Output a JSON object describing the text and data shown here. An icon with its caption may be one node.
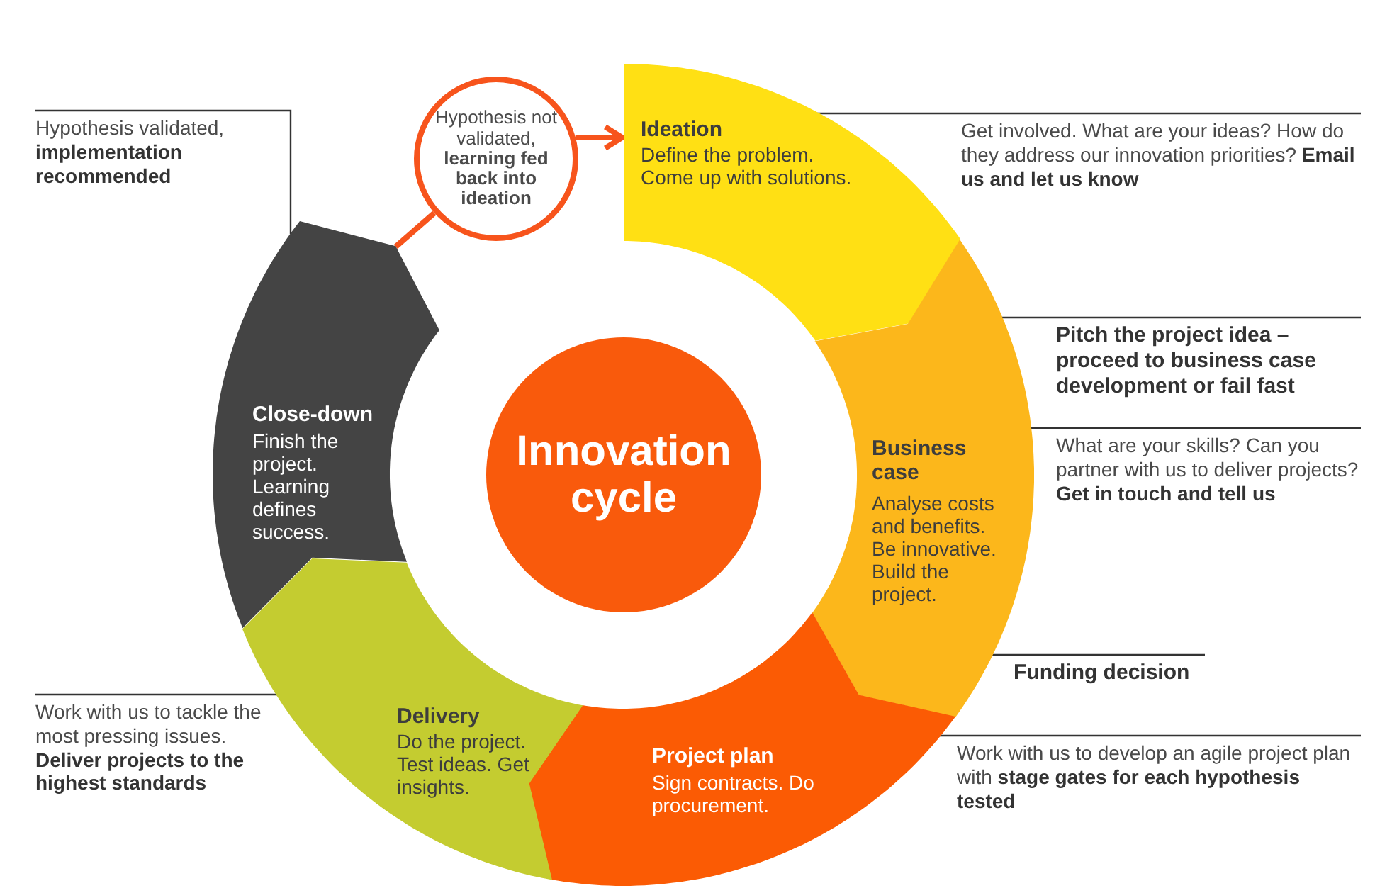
{
  "diagram": {
    "nodes": [
      {
        "text": [
          "Innovation cycle"
        ]
      },
      {
        "text": [
          "Ideation",
          "Define the problem. Come up with solutions."
        ]
      },
      {
        "text": [
          "Business case",
          "Analyse costs and benefits. Be innovative. Build the project."
        ]
      },
      {
        "text": [
          "Project plan",
          "Sign contracts. Do procurement."
        ]
      },
      {
        "text": [
          "Delivery",
          "Do the project. Test ideas. Get insights."
        ]
      },
      {
        "text": [
          "Close-down",
          "Finish the project. Learning defines success."
        ]
      },
      {
        "text": [
          "Hypothesis not validated, **learning fed back into ideation**"
        ]
      },
      {
        "text": [
          "Hypothesis validated, **implementation recommended**"
        ]
      },
      {
        "text": [
          "Get involved. What are your ideas? How do they address our innovation priorities? **Email us and let us know**"
        ]
      },
      {
        "text": [
          "Pitch the project idea – proceed to business case development or fail fast"
        ]
      },
      {
        "text": [
          "What are your skills? Can  you partner with us to deliver projects? **Get in touch and tell us**"
        ]
      },
      {
        "text": [
          "Funding decision"
        ]
      },
      {
        "text": [
          "Work with us to develop an agile project plan with **stage gates for each hypothesis tested**"
        ]
      },
      {
        "text": [
          "Work with us to tackle the most pressing issues. **Deliver projects to the highest standards**"
        ]
      }
    ],
    "edges": [
      {
        "from": 5,
        "to": 6,
        "arrow": "none",
        "style": "thick",
        "color": "#f7541c"
      },
      {
        "from": 6,
        "to": 1,
        "arrow": "to",
        "style": "thick",
        "color": "#f7541c"
      },
      {
        "from": 7,
        "to": 5,
        "arrow": "none"
      },
      {
        "from": 8,
        "to": 1,
        "arrow": "none"
      },
      {
        "from": 9,
        "to": 2,
        "arrow": "none"
      },
      {
        "from": 10,
        "to": 2,
        "arrow": "none"
      },
      {
        "from": 11,
        "to": 2,
        "arrow": "none"
      },
      {
        "from": 12,
        "to": 3,
        "arrow": "none"
      },
      {
        "from": 13,
        "to": 4,
        "arrow": "none"
      }
    ]
  }
}
